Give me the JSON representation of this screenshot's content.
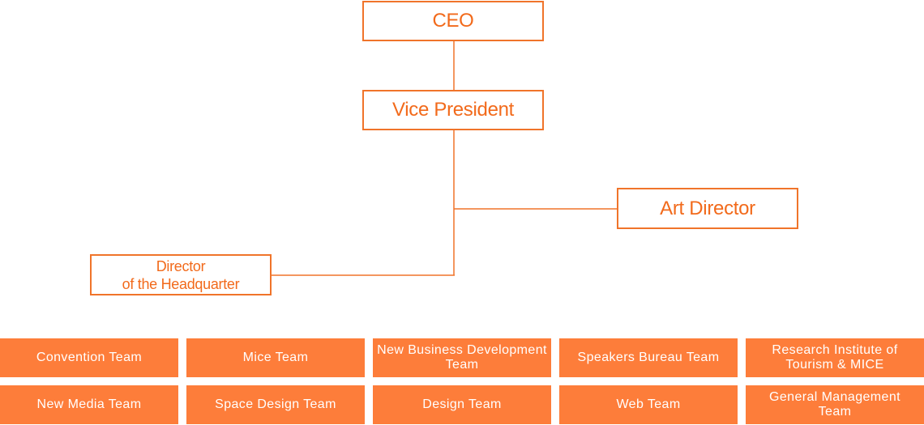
{
  "org_chart": {
    "ceo": "CEO",
    "vice_president": "Vice President",
    "art_director": "Art Director",
    "director_hq": [
      "Director",
      "of the Headquarter"
    ]
  },
  "teams": [
    {
      "lines": [
        "Convention Team"
      ]
    },
    {
      "lines": [
        "Mice Team"
      ]
    },
    {
      "lines": [
        "New Business Development",
        "Team"
      ]
    },
    {
      "lines": [
        "Speakers Bureau Team"
      ]
    },
    {
      "lines": [
        "Research Institute of",
        "Tourism & MICE"
      ]
    },
    {
      "lines": [
        "New Media Team"
      ]
    },
    {
      "lines": [
        "Space Design Team"
      ]
    },
    {
      "lines": [
        "Design Team"
      ]
    },
    {
      "lines": [
        "Web Team"
      ]
    },
    {
      "lines": [
        "General Management",
        "Team"
      ]
    }
  ],
  "colors": {
    "accent": "#f26a1b",
    "team_fill": "#fd7d3a",
    "connector": "#f0742a"
  }
}
